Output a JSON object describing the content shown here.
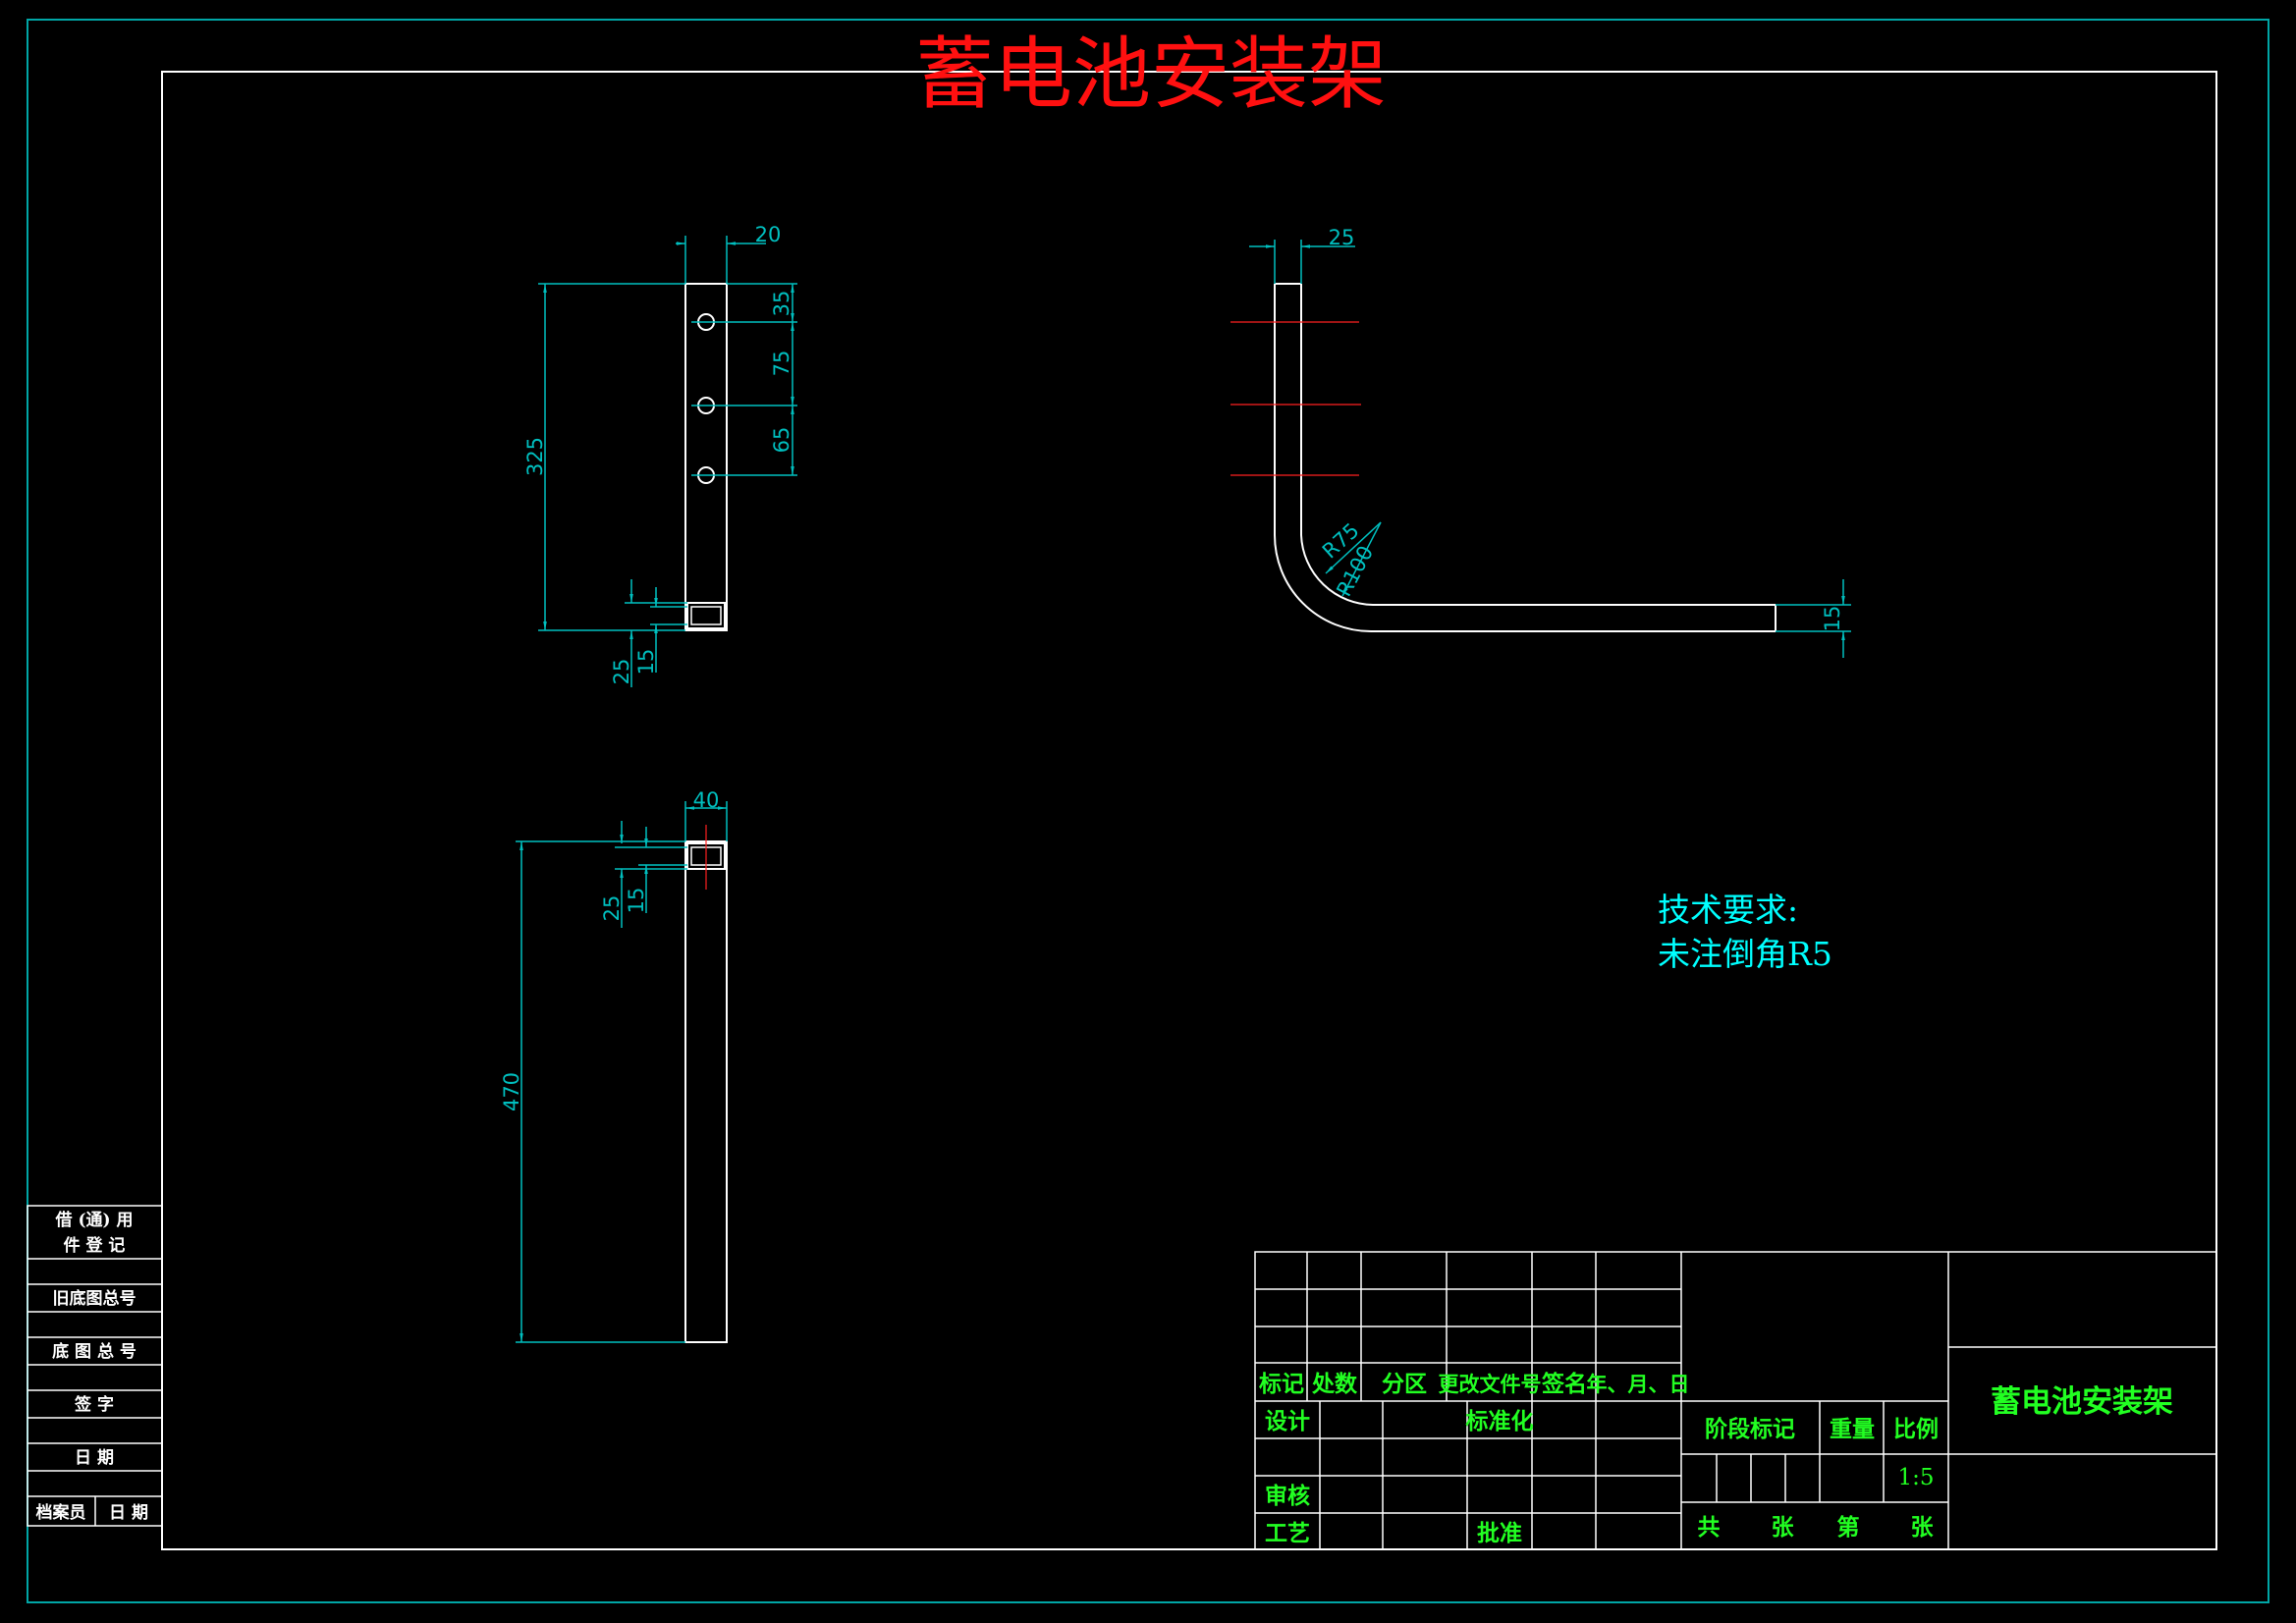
{
  "drawing_title": "蓄电池安装架",
  "colors": {
    "background": "#000000",
    "frame": "#ffffff",
    "outer_border": "#00a6a6",
    "dimension": "#00bfbf",
    "title_text": "#ff1010",
    "table_text": "#22ff22",
    "note_text": "#00ffff",
    "center_line": "#ff2020"
  },
  "views": {
    "side_view": {
      "dim_width": "20",
      "dim_total": "325",
      "dim_hole_1": "35",
      "dim_hole_2": "75",
      "dim_hole_3": "65",
      "dim_tube_outer": "25",
      "dim_tube_inner": "15"
    },
    "bent_view": {
      "dim_width": "25",
      "dim_inner_radius": "R75",
      "dim_outer_radius": "R100",
      "dim_thickness": "15"
    },
    "bottom_view": {
      "dim_width": "40",
      "dim_length": "470",
      "dim_tube_outer": "25",
      "dim_tube_inner": "15"
    }
  },
  "technical_notes": {
    "heading": "技术要求:",
    "line1": "未注倒角R5"
  },
  "left_strip": {
    "row1_line1": "借 (通) 用",
    "row1_line2": "件 登 记",
    "row2": "旧底图总号",
    "row3": "底 图 总 号",
    "row4": "签    字",
    "row5": "日    期",
    "row6_a": "档案员",
    "row6_b": "日 期"
  },
  "title_block": {
    "headers": [
      "标记",
      "处数",
      "分区",
      "更改文件号",
      "签名",
      "年、月、日"
    ],
    "design": "设计",
    "standardize": "标准化",
    "review": "审核",
    "process": "工艺",
    "approve": "批准",
    "stage_mark": "阶段标记",
    "weight": "重量",
    "scale_label": "比例",
    "scale_value": "1:5",
    "sheet_total": "共",
    "sheet_unit_1": "张",
    "sheet_no": "第",
    "sheet_unit_2": "张",
    "part_name": "蓄电池安装架"
  }
}
